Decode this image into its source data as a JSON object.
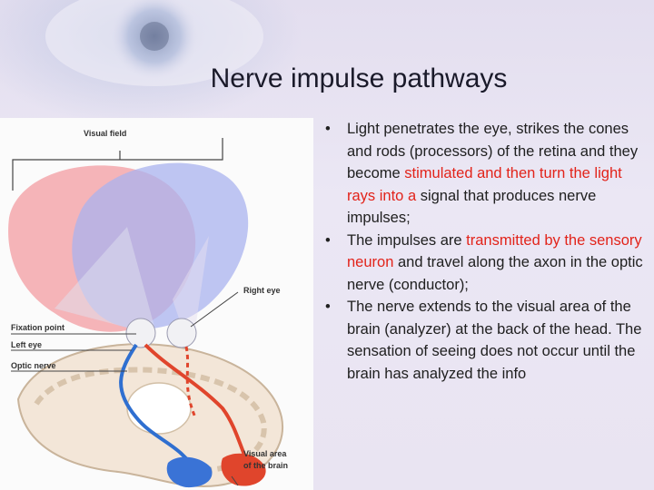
{
  "slide": {
    "title": "Nerve impulse pathways"
  },
  "figure": {
    "labels": {
      "visual_field": "Visual field",
      "right_eye": "Right eye",
      "fixation_point": "Fixation point",
      "left_eye": "Left eye",
      "optic_nerve": "Optic nerve",
      "visual_area_1": "Visual area",
      "visual_area_2": "of the brain"
    }
  },
  "bullets": [
    {
      "marker": "•",
      "parts": [
        {
          "text": "Light penetrates the eye, strikes the cones and rods (processors) of the retina and they become ",
          "style": "normal"
        },
        {
          "text": "stimulated and then turn the light rays into a",
          "style": "red"
        },
        {
          "text": " signal that produces nerve impulses;",
          "style": "normal"
        }
      ]
    },
    {
      "marker": "•",
      "parts": [
        {
          "text": "The impulses are ",
          "style": "normal"
        },
        {
          "text": "transmitted by the sensory neuron",
          "style": "red"
        },
        {
          "text": " and travel along the axon in the optic nerve (conductor);",
          "style": "normal"
        }
      ]
    },
    {
      "marker": "•",
      "parts": [
        {
          "text": "The nerve extends to the visual area of the brain (analyzer) at the back of the head. The sensation of seeing does not occur until the brain has analyzed the info",
          "style": "normal"
        }
      ]
    }
  ],
  "colors": {
    "highlight": "#e2231a",
    "left_field": "#f4a3a8",
    "right_field": "#a9b3ef",
    "left_pathway": "#2f6fd0",
    "right_pathway": "#e0452c"
  }
}
